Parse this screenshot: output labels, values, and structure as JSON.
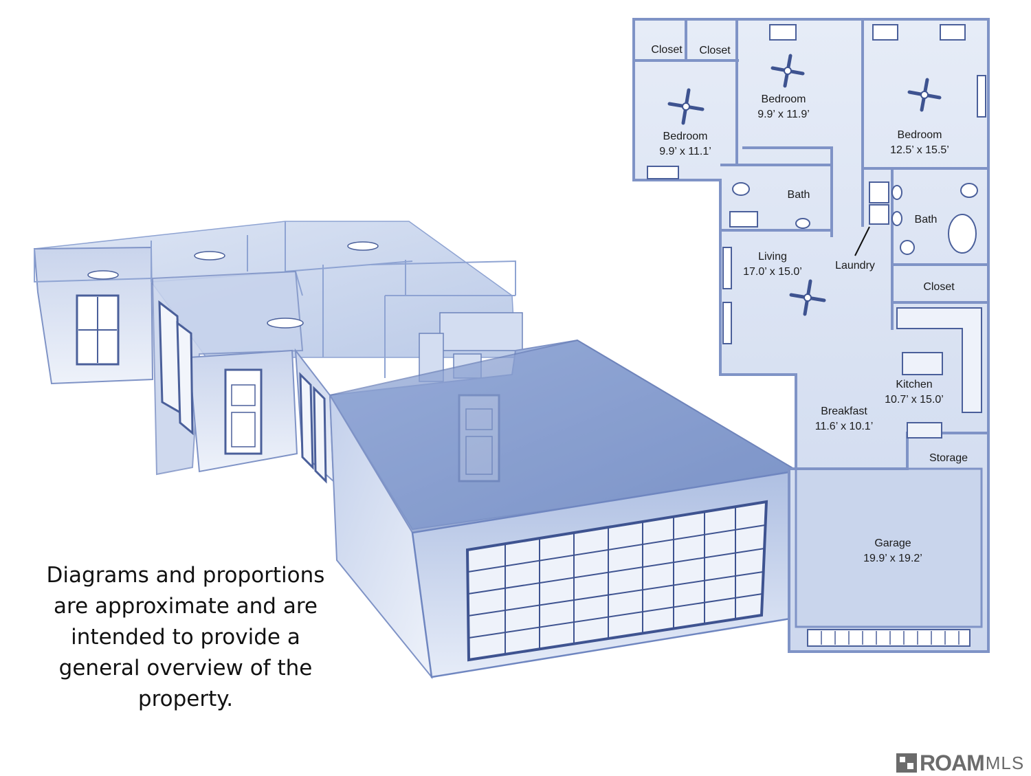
{
  "floorplan": {
    "rooms": [
      {
        "id": "closet1",
        "name": "Closet",
        "dims": ""
      },
      {
        "id": "closet2",
        "name": "Closet",
        "dims": ""
      },
      {
        "id": "bed1",
        "name": "Bedroom",
        "dims": "9.9’ x 11.9’"
      },
      {
        "id": "bed2",
        "name": "Bedroom",
        "dims": "9.9’ x 11.1’"
      },
      {
        "id": "bed3",
        "name": "Bedroom",
        "dims": "12.5’ x 15.5’"
      },
      {
        "id": "bath1",
        "name": "Bath",
        "dims": ""
      },
      {
        "id": "bath2",
        "name": "Bath",
        "dims": ""
      },
      {
        "id": "laundry",
        "name": "Laundry",
        "dims": ""
      },
      {
        "id": "living",
        "name": "Living",
        "dims": "17.0’ x 15.0’"
      },
      {
        "id": "closet3",
        "name": "Closet",
        "dims": ""
      },
      {
        "id": "kitchen",
        "name": "Kitchen",
        "dims": "10.7’ x 15.0’"
      },
      {
        "id": "breakfast",
        "name": "Breakfast",
        "dims": "11.6’ x 10.1’"
      },
      {
        "id": "storage",
        "name": "Storage",
        "dims": ""
      },
      {
        "id": "garage",
        "name": "Garage",
        "dims": "19.9’ x 19.2’"
      }
    ]
  },
  "disclaimer": {
    "text": "Diagrams and proportions are approximate and are intended to provide a general overview of the property."
  },
  "logo": {
    "brand": "ROAM",
    "suffix": "MLS"
  },
  "colors": {
    "wall": "#7f93c6",
    "wall_dark": "#4a5f9a",
    "fill_light": "#dfe6f4",
    "fill_mid": "#b9c8e6",
    "fill_dark": "#8ea3d2"
  }
}
